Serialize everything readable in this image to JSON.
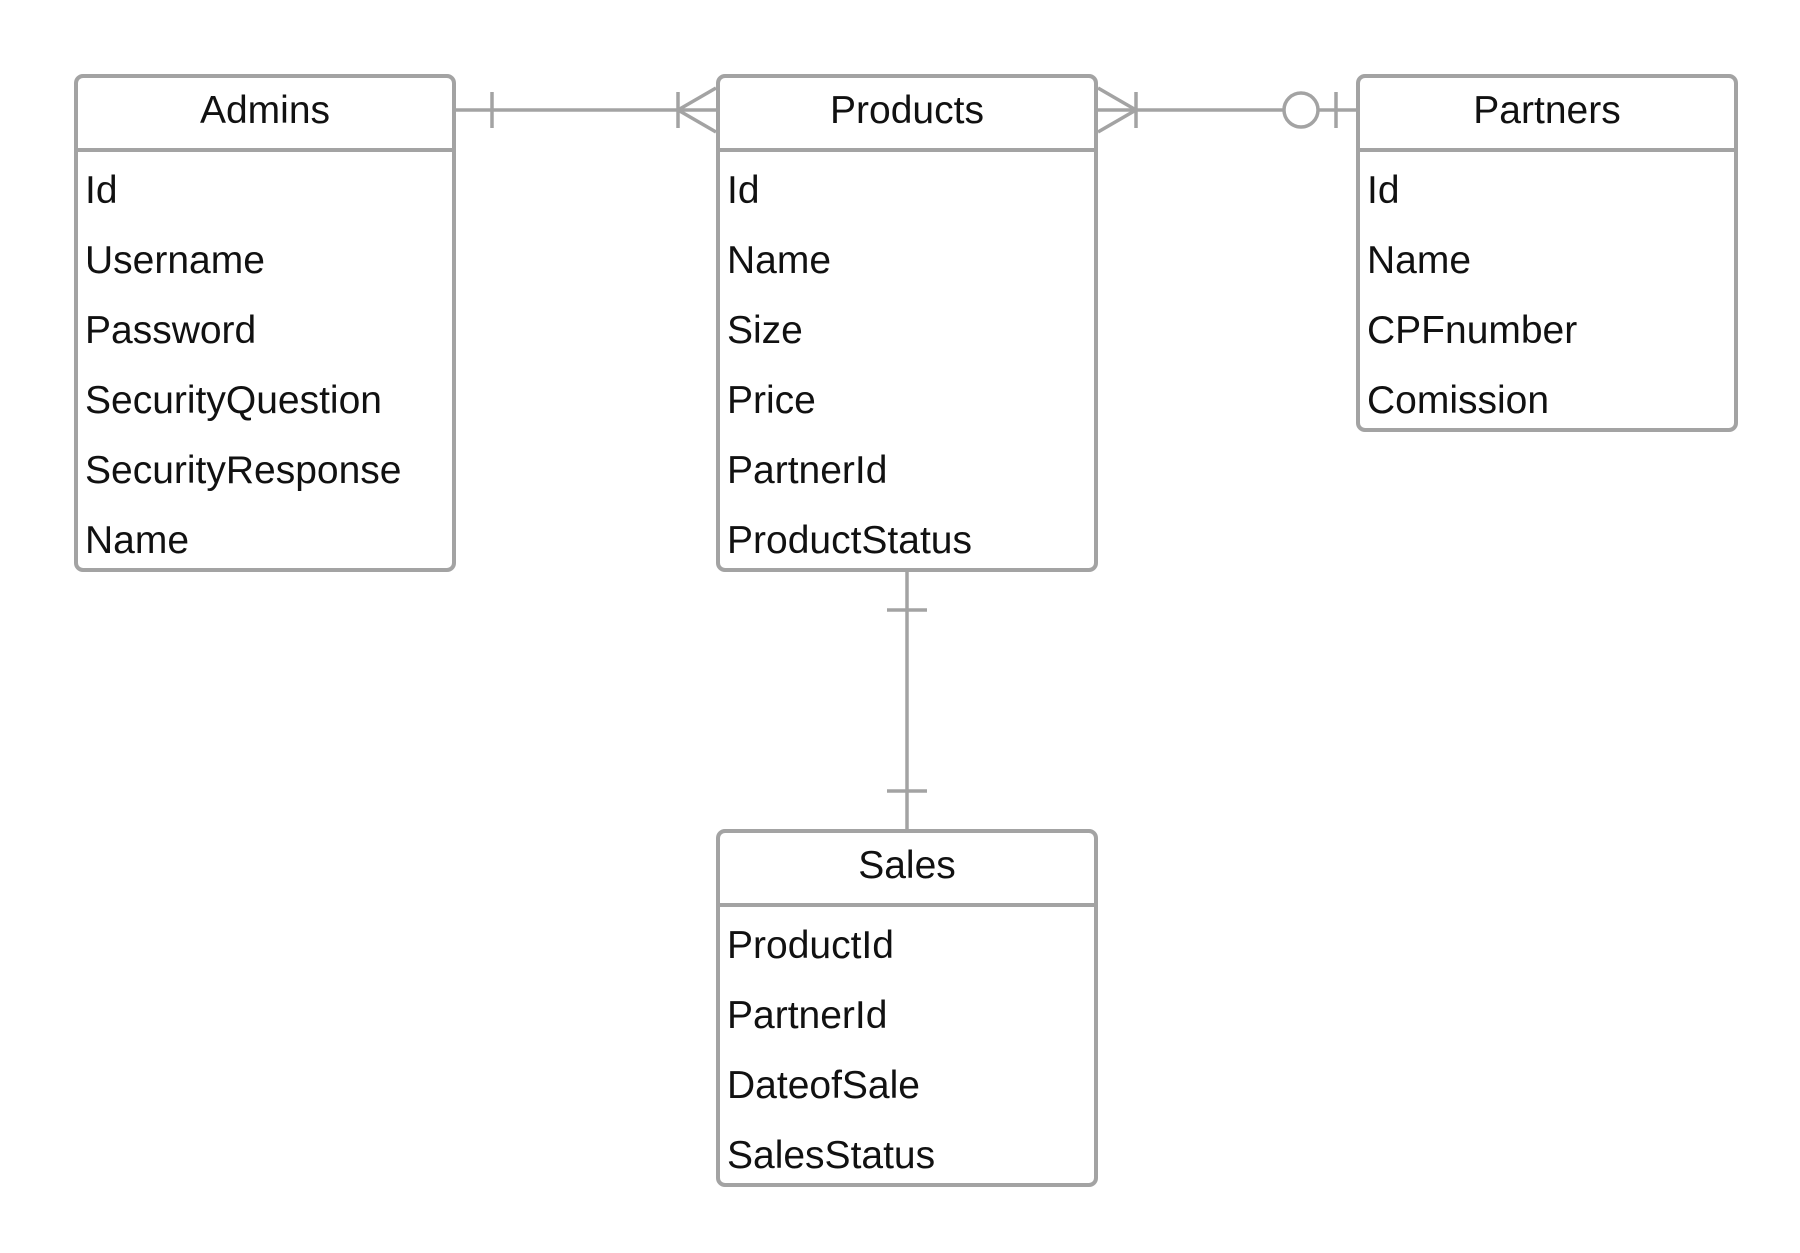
{
  "colors": {
    "line": "#a3a3a3",
    "text": "#111111",
    "background": "#ffffff"
  },
  "entities": {
    "admins": {
      "title": "Admins",
      "fields": [
        "Id",
        "Username",
        "Password",
        "SecurityQuestion",
        "SecurityResponse",
        "Name"
      ]
    },
    "products": {
      "title": "Products",
      "fields": [
        "Id",
        "Name",
        "Size",
        "Price",
        "PartnerId",
        "ProductStatus"
      ]
    },
    "partners": {
      "title": "Partners",
      "fields": [
        "Id",
        "Name",
        "CPFnumber",
        "Comission"
      ]
    },
    "sales": {
      "title": "Sales",
      "fields": [
        "ProductId",
        "PartnerId",
        "DateofSale",
        "SalesStatus"
      ]
    }
  },
  "relationships": [
    {
      "from": "admins",
      "from_cardinality": "one",
      "to": "products",
      "to_cardinality": "one-or-many"
    },
    {
      "from": "products",
      "from_cardinality": "one-or-many",
      "to": "partners",
      "to_cardinality": "zero-or-one"
    },
    {
      "from": "products",
      "from_cardinality": "one",
      "to": "sales",
      "to_cardinality": "one"
    }
  ]
}
